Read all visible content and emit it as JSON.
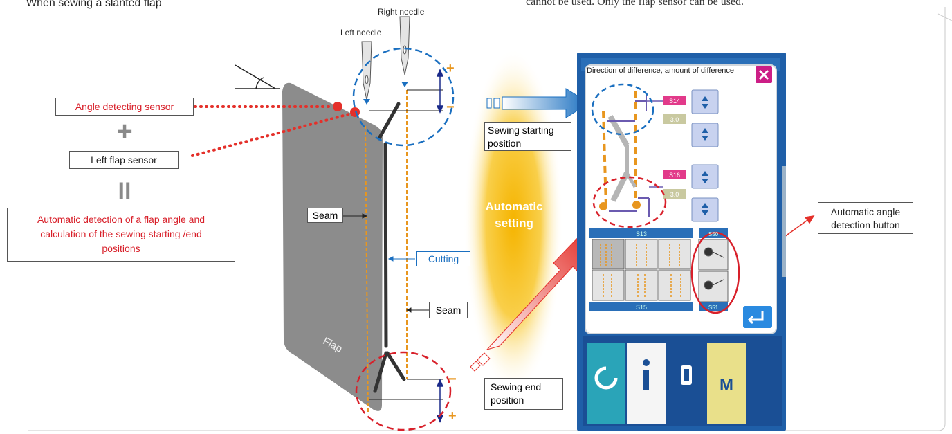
{
  "heading": "When sewing a slanted flap",
  "top_note": "cannot be used. Only the flap sensor can be used.",
  "needles": {
    "right": "Right needle",
    "left": "Left needle"
  },
  "sensors": {
    "angle": "Angle detecting sensor",
    "plus": "+",
    "left_flap": "Left flap sensor",
    "equals": "II",
    "result": "Automatic detection of a flap angle and calculation of the sewing starting /end positions"
  },
  "flap": {
    "label": "Flap",
    "seam_left": "Seam",
    "cutting": "Cutting",
    "seam_right": "Seam"
  },
  "positions": {
    "start": "Sewing starting position",
    "end": "Sewing end position"
  },
  "marks": {
    "plus": "+",
    "minus": "−"
  },
  "auto_setting": "Automatic setting",
  "panel": {
    "title": "Direction of difference, amount of difference",
    "close_icon": "close-icon",
    "field_s14": "S14",
    "field_s14_value": "3.0",
    "field_s16": "S16",
    "field_s16_value": "3.0",
    "bar_top": "S13",
    "bar_bottom": "S15",
    "bar_right_top": "S50",
    "bar_right_bottom": "S51",
    "bottom_buttons": [
      "reset-icon",
      "info-icon",
      "communication-icon",
      "M"
    ]
  },
  "auto_angle_button": "Automatic angle detection button",
  "colors": {
    "red": "#d8202a",
    "blue": "#1a6fc0",
    "orange": "#e8961e",
    "flap_gray": "#8c8c8c",
    "panel_bg": "#1f5fa8"
  }
}
